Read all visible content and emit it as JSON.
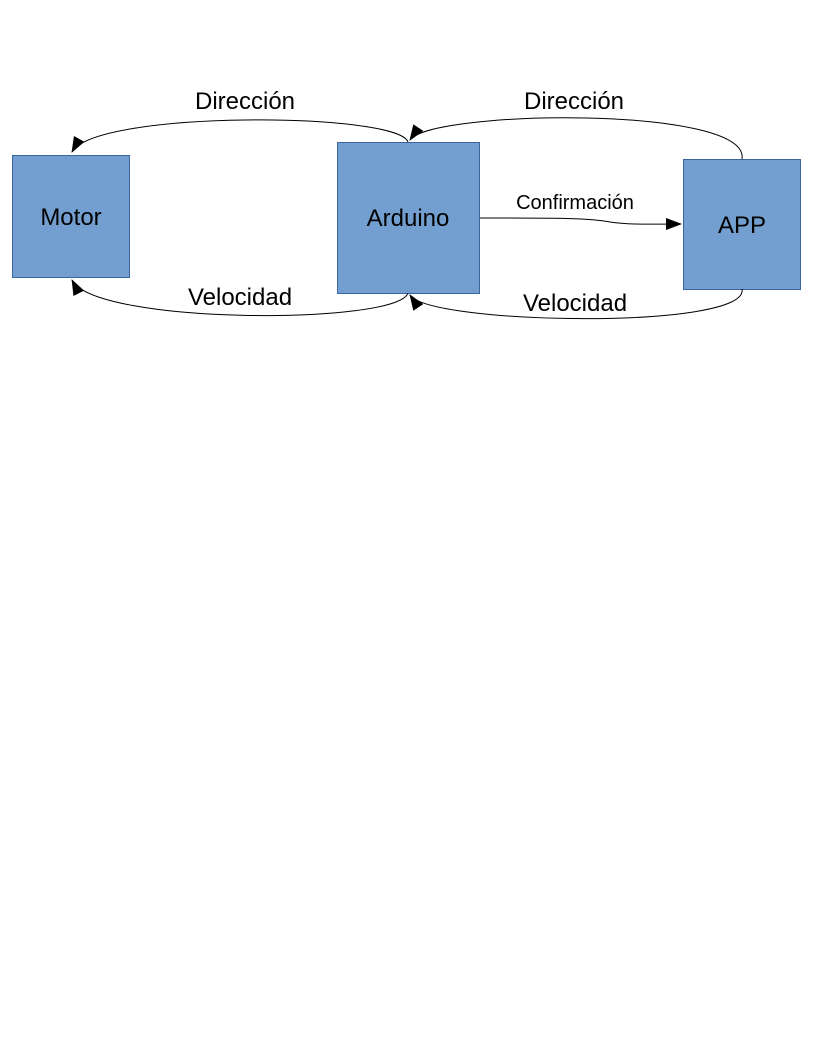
{
  "colors": {
    "node_fill": "#729fcf",
    "node_stroke": "#3a65a0",
    "edge": "#000000",
    "background": "#ffffff"
  },
  "nodes": {
    "motor": {
      "label": "Motor"
    },
    "arduino": {
      "label": "Arduino"
    },
    "app": {
      "label": "APP"
    }
  },
  "edges": {
    "arduino_to_motor_direction": {
      "label": "Dirección"
    },
    "app_to_arduino_direction": {
      "label": "Dirección"
    },
    "arduino_to_app_confirmation": {
      "label": "Confirmación"
    },
    "arduino_to_motor_speed": {
      "label": "Velocidad"
    },
    "app_to_arduino_speed": {
      "label": "Velocidad"
    }
  }
}
